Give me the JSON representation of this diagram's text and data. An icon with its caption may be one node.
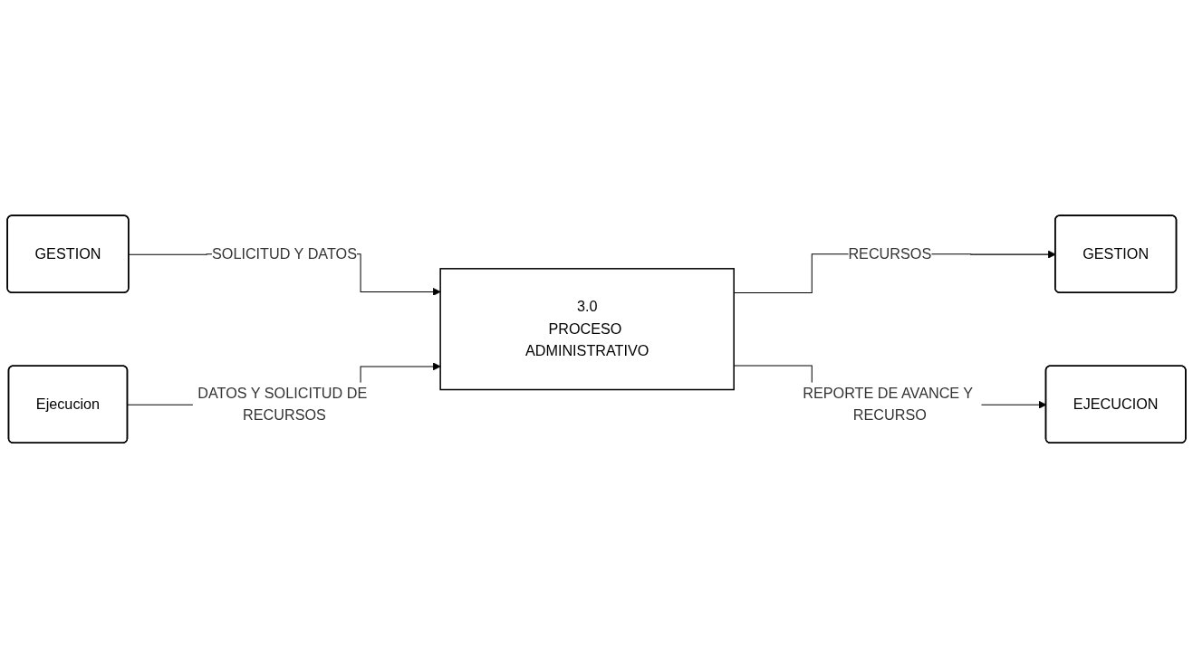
{
  "diagram": {
    "nodes": [
      {
        "text": [
          "GESTION"
        ]
      },
      {
        "text": [
          "GESTION"
        ]
      },
      {
        "text": [
          "3.0",
          "PROCESO ADMINISTRATIVO"
        ]
      },
      {
        "text": [
          "Ejecucion"
        ]
      },
      {
        "text": [
          "EJECUCION"
        ]
      }
    ],
    "edges": [
      {
        "from": 0,
        "to": 2,
        "arrow": "to",
        "label": "SOLICITUD Y DATOS"
      },
      {
        "from": 3,
        "to": 2,
        "arrow": "to",
        "label": "DATOS Y SOLICITUD DE RECURSOS"
      },
      {
        "from": 2,
        "to": 1,
        "arrow": "to",
        "label": "RECURSOS"
      },
      {
        "from": 2,
        "to": 4,
        "arrow": "to",
        "label": "REPORTE DE AVANCE Y RECURSO"
      }
    ]
  }
}
